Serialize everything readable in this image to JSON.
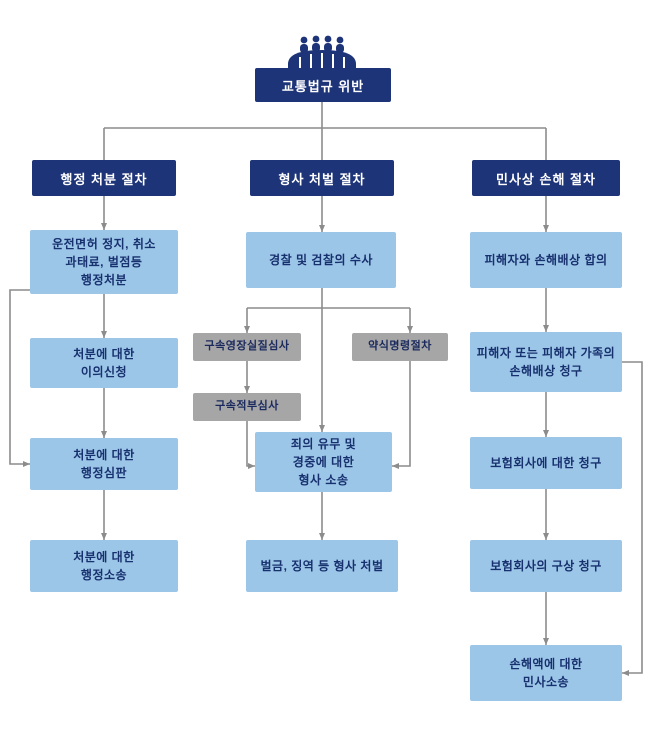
{
  "root": {
    "label": "교통법규 위반"
  },
  "columns": {
    "admin": {
      "header": "행정 처분 절차",
      "boxes": [
        {
          "label": "운전면허 정지, 취소\n과태료, 벌점등\n행정처분"
        },
        {
          "label": "처분에 대한\n이의신청"
        },
        {
          "label": "처분에 대한\n행정심판"
        },
        {
          "label": "처분에 대한\n행정소송"
        }
      ]
    },
    "criminal": {
      "header": "형사 처벌 절차",
      "boxes": [
        {
          "label": "경찰 및 검찰의 수사"
        },
        {
          "label": "구속영장실질심사"
        },
        {
          "label": "약식명령절차"
        },
        {
          "label": "구속적부심사"
        },
        {
          "label": "죄의 유무 및\n경중에 대한\n형사 소송"
        },
        {
          "label": "벌금, 징역 등 형사 처벌"
        }
      ]
    },
    "civil": {
      "header": "민사상 손해 절차",
      "boxes": [
        {
          "label": "피해자와 손해배상 합의"
        },
        {
          "label": "피해자 또는 피해자 가족의\n손해배상 청구"
        },
        {
          "label": "보험회사에 대한 청구"
        },
        {
          "label": "보험회사의 구상 청구"
        },
        {
          "label": "손해액에 대한\n민사소송"
        }
      ]
    }
  },
  "colors": {
    "navy": "#1e3478",
    "light_blue": "#9cc6e8",
    "gray_box": "#a6a6a6",
    "line": "#8c8c8c"
  }
}
